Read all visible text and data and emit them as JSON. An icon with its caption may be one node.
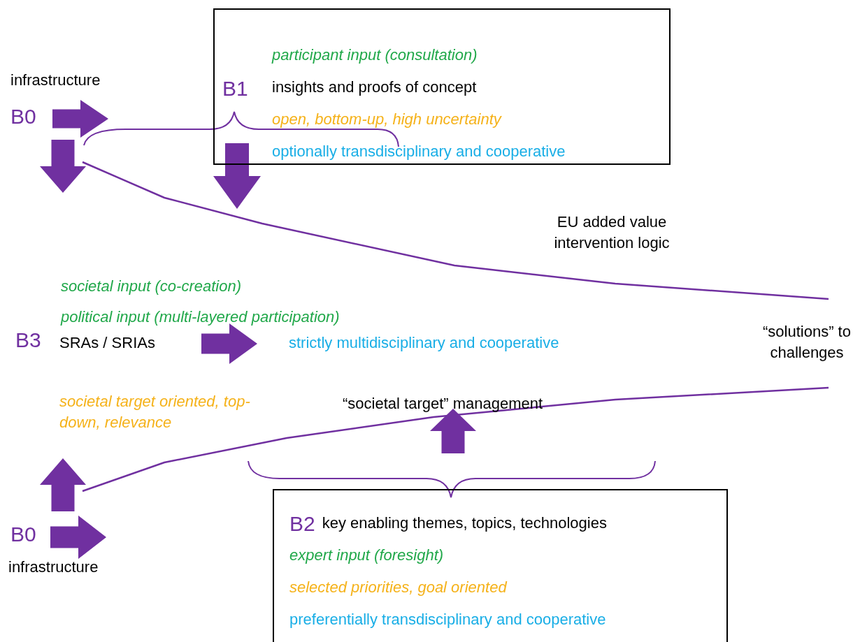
{
  "diagram": {
    "nodes": [
      {
        "text": [
          "participant input (consultation)",
          "insights and proofs of concept",
          "open, bottom-up, high uncertainty",
          "optionally transdisciplinary and cooperative"
        ]
      },
      {
        "text": [
          "B2",
          "key enabling themes, topics, technologies",
          "expert input (foresight)",
          "selected priorities, goal oriented",
          "preferentially transdisciplinary and cooperative"
        ]
      }
    ],
    "edges": [],
    "labels": [
      "infrastructure",
      "B0",
      "B1",
      "EU added value intervention logic",
      "societal input (co-creation)",
      "political input (multi-layered participation)",
      "B3",
      "SRAs / SRIAs",
      "strictly multidisciplinary and cooperative",
      "“solutions” to challenges",
      "societal target oriented, top-down, relevance",
      "“societal target” management",
      "B0",
      "infrastructure"
    ]
  }
}
